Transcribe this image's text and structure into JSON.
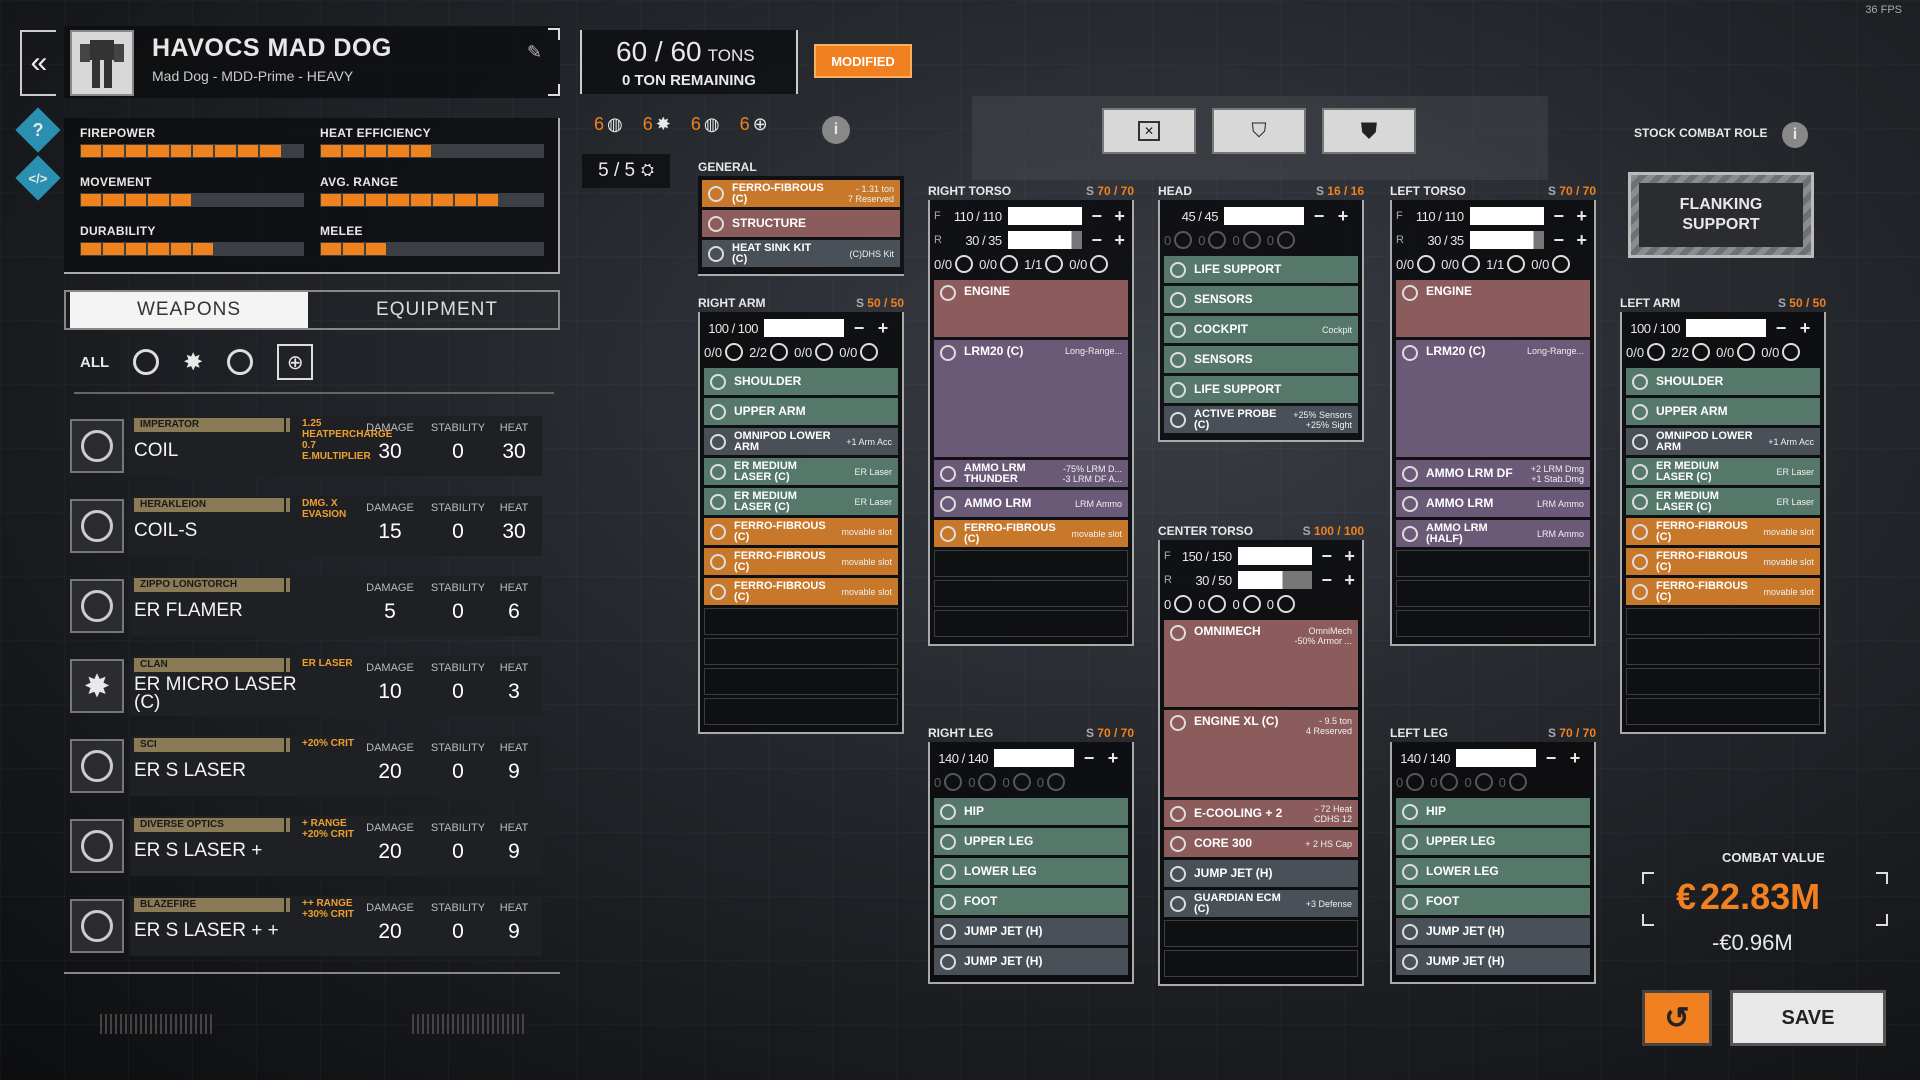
{
  "fps": "36 FPS",
  "mech": {
    "name": "HAVOCS MAD DOG",
    "subtitle": "Mad Dog - MDD-Prime - HEAVY"
  },
  "tonnage": {
    "value": "60 / 60",
    "unit": "TONS",
    "remaining": "0 TON REMAINING",
    "status": "MODIFIED"
  },
  "hardpoints": [
    {
      "count": "6",
      "type": "ballistic"
    },
    {
      "count": "6",
      "type": "energy"
    },
    {
      "count": "6",
      "type": "missile"
    },
    {
      "count": "6",
      "type": "support"
    }
  ],
  "jumpjets": "5 / 5",
  "stats": [
    {
      "label": "FIREPOWER",
      "level": 0.85
    },
    {
      "label": "HEAT EFFICIENCY",
      "level": 0.5
    },
    {
      "label": "MOVEMENT",
      "level": 0.5
    },
    {
      "label": "AVG. RANGE",
      "level": 0.8
    },
    {
      "label": "DURABILITY",
      "level": 0.55
    },
    {
      "label": "MELEE",
      "level": 0.3
    }
  ],
  "tabs": {
    "weapons": "WEAPONS",
    "equipment": "EQUIPMENT"
  },
  "filters": {
    "all": "ALL"
  },
  "weapon_headers": {
    "damage": "DAMAGE",
    "stability": "STABILITY",
    "heat": "HEAT"
  },
  "weapons": [
    {
      "maker": "IMPERATOR",
      "name": "COIL",
      "note": "1.25\nHEATPERCHARGE\n0.7\nE.MULTIPLIER",
      "damage": "30",
      "stability": "0",
      "heat": "30"
    },
    {
      "maker": "HERAKLEION",
      "name": "COIL-S",
      "note": "DMG. X\nEVASION",
      "damage": "15",
      "stability": "0",
      "heat": "30"
    },
    {
      "maker": "ZIPPO LONGTORCH",
      "name": "ER FLAMER",
      "note": "",
      "damage": "5",
      "stability": "0",
      "heat": "6"
    },
    {
      "maker": "CLAN",
      "name": "ER MICRO LASER\n(C)",
      "note": "ER LASER",
      "damage": "10",
      "stability": "0",
      "heat": "3"
    },
    {
      "maker": "SCI",
      "name": "ER S LASER",
      "note": "+20% CRIT",
      "damage": "20",
      "stability": "0",
      "heat": "9"
    },
    {
      "maker": "DIVERSE OPTICS",
      "name": "ER S LASER +",
      "note": "+ RANGE\n+20% CRIT",
      "damage": "20",
      "stability": "0",
      "heat": "9"
    },
    {
      "maker": "BLAZEFIRE",
      "name": "ER S LASER + +",
      "note": "++ RANGE\n+30% CRIT",
      "damage": "20",
      "stability": "0",
      "heat": "9"
    }
  ],
  "general": {
    "title": "GENERAL",
    "slots": [
      {
        "name": "FERRO-FIBROUS\n(C)",
        "note": "- 1.31 ton\n7 Reserved",
        "color": "orange"
      },
      {
        "name": "STRUCTURE",
        "note": "",
        "color": "red"
      },
      {
        "name": "HEAT SINK KIT\n(C)",
        "note": "(C)DHS Kit",
        "color": "gray"
      }
    ]
  },
  "stock_role": {
    "label": "STOCK COMBAT ROLE",
    "role": "FLANKING\nSUPPORT"
  },
  "combat_value": {
    "label": "COMBAT VALUE",
    "value": "22.83M",
    "delta": "-€0.96M"
  },
  "save_label": "SAVE",
  "sections": {
    "right_torso": {
      "title": "RIGHT TORSO",
      "armor": "70 / 70",
      "front": "110 / 110",
      "rear": "30 / 35",
      "hp": [
        "0/0",
        "0/0",
        "1/1",
        "0/0"
      ],
      "slots": [
        {
          "name": "ENGINE",
          "note": "",
          "color": "red",
          "h": 2
        },
        {
          "name": "LRM20 (C)",
          "note": "Long-Range...",
          "color": "purple",
          "h": 4
        },
        {
          "name": "AMMO LRM\nTHUNDER",
          "note": "-75% LRM D...\n-3 LRM DF A...",
          "color": "purple",
          "h": 1
        },
        {
          "name": "AMMO LRM",
          "note": "LRM Ammo",
          "color": "purple",
          "h": 1
        },
        {
          "name": "FERRO-FIBROUS\n(C)",
          "note": "movable slot",
          "color": "orange",
          "h": 1
        },
        {
          "name": "",
          "note": "",
          "color": "empty",
          "h": 1
        },
        {
          "name": "",
          "note": "",
          "color": "empty",
          "h": 1
        },
        {
          "name": "",
          "note": "",
          "color": "empty",
          "h": 1
        }
      ]
    },
    "head": {
      "title": "HEAD",
      "armor": "16 / 16",
      "front": "45 / 45",
      "hp": [
        "0",
        "0",
        "0",
        "0"
      ],
      "slots": [
        {
          "name": "LIFE SUPPORT",
          "note": "",
          "color": "green",
          "h": 1
        },
        {
          "name": "SENSORS",
          "note": "",
          "color": "green",
          "h": 1
        },
        {
          "name": "COCKPIT",
          "note": "Cockpit",
          "color": "green",
          "h": 1
        },
        {
          "name": "SENSORS",
          "note": "",
          "color": "green",
          "h": 1
        },
        {
          "name": "LIFE SUPPORT",
          "note": "",
          "color": "green",
          "h": 1
        },
        {
          "name": "ACTIVE PROBE\n(C)",
          "note": "+25% Sensors\n+25% Sight",
          "color": "gray",
          "h": 1
        }
      ]
    },
    "left_torso": {
      "title": "LEFT TORSO",
      "armor": "70 / 70",
      "front": "110 / 110",
      "rear": "30 / 35",
      "hp": [
        "0/0",
        "0/0",
        "1/1",
        "0/0"
      ],
      "slots": [
        {
          "name": "ENGINE",
          "note": "",
          "color": "red",
          "h": 2
        },
        {
          "name": "LRM20 (C)",
          "note": "Long-Range...",
          "color": "purple",
          "h": 4
        },
        {
          "name": "AMMO LRM DF",
          "note": "+2 LRM Dmg\n+1 Stab.Dmg",
          "color": "purple",
          "h": 1
        },
        {
          "name": "AMMO LRM",
          "note": "LRM Ammo",
          "color": "purple",
          "h": 1
        },
        {
          "name": "AMMO LRM\n(HALF)",
          "note": "LRM Ammo",
          "color": "purple",
          "h": 1
        },
        {
          "name": "",
          "note": "",
          "color": "empty",
          "h": 1
        },
        {
          "name": "",
          "note": "",
          "color": "empty",
          "h": 1
        },
        {
          "name": "",
          "note": "",
          "color": "empty",
          "h": 1
        }
      ]
    },
    "right_arm": {
      "title": "RIGHT ARM",
      "armor": "50 / 50",
      "front": "100 / 100",
      "hp": [
        "0/0",
        "2/2",
        "0/0",
        "0/0"
      ],
      "slots": [
        {
          "name": "SHOULDER",
          "note": "",
          "color": "green",
          "h": 1
        },
        {
          "name": "UPPER ARM",
          "note": "",
          "color": "green",
          "h": 1
        },
        {
          "name": "OMNIPOD LOWER\nARM",
          "note": "+1 Arm Acc",
          "color": "gray",
          "h": 1
        },
        {
          "name": "ER MEDIUM\nLASER (C)",
          "note": "ER Laser",
          "color": "green",
          "h": 1
        },
        {
          "name": "ER MEDIUM\nLASER (C)",
          "note": "ER Laser",
          "color": "green",
          "h": 1
        },
        {
          "name": "FERRO-FIBROUS\n(C)",
          "note": "movable slot",
          "color": "orange",
          "h": 1
        },
        {
          "name": "FERRO-FIBROUS\n(C)",
          "note": "movable slot",
          "color": "orange",
          "h": 1
        },
        {
          "name": "FERRO-FIBROUS\n(C)",
          "note": "movable slot",
          "color": "orange",
          "h": 1
        },
        {
          "name": "",
          "note": "",
          "color": "empty",
          "h": 1
        },
        {
          "name": "",
          "note": "",
          "color": "empty",
          "h": 1
        },
        {
          "name": "",
          "note": "",
          "color": "empty",
          "h": 1
        },
        {
          "name": "",
          "note": "",
          "color": "empty",
          "h": 1
        }
      ]
    },
    "left_arm": {
      "title": "LEFT ARM",
      "armor": "50 / 50",
      "front": "100 / 100",
      "hp": [
        "0/0",
        "2/2",
        "0/0",
        "0/0"
      ],
      "slots": [
        {
          "name": "SHOULDER",
          "note": "",
          "color": "green",
          "h": 1
        },
        {
          "name": "UPPER ARM",
          "note": "",
          "color": "green",
          "h": 1
        },
        {
          "name": "OMNIPOD LOWER\nARM",
          "note": "+1 Arm Acc",
          "color": "gray",
          "h": 1
        },
        {
          "name": "ER MEDIUM\nLASER (C)",
          "note": "ER Laser",
          "color": "green",
          "h": 1
        },
        {
          "name": "ER MEDIUM\nLASER (C)",
          "note": "ER Laser",
          "color": "green",
          "h": 1
        },
        {
          "name": "FERRO-FIBROUS\n(C)",
          "note": "movable slot",
          "color": "orange",
          "h": 1
        },
        {
          "name": "FERRO-FIBROUS\n(C)",
          "note": "movable slot",
          "color": "orange",
          "h": 1
        },
        {
          "name": "FERRO-FIBROUS\n(C)",
          "note": "movable slot",
          "color": "orange",
          "h": 1
        },
        {
          "name": "",
          "note": "",
          "color": "empty",
          "h": 1
        },
        {
          "name": "",
          "note": "",
          "color": "empty",
          "h": 1
        },
        {
          "name": "",
          "note": "",
          "color": "empty",
          "h": 1
        },
        {
          "name": "",
          "note": "",
          "color": "empty",
          "h": 1
        }
      ]
    },
    "center_torso": {
      "title": "CENTER TORSO",
      "armor": "100 / 100",
      "front": "150 / 150",
      "rear": "30 / 50",
      "hp": [
        "0",
        "0",
        "0",
        "0"
      ],
      "slots": [
        {
          "name": "OMNIMECH",
          "note": "OmniMech\n-50% Armor ...",
          "color": "red",
          "h": 3
        },
        {
          "name": "ENGINE XL (C)",
          "note": "- 9.5 ton\n4 Reserved",
          "color": "red",
          "h": 3
        },
        {
          "name": "E-COOLING + 2",
          "note": "- 72 Heat\nCDHS 12",
          "color": "red",
          "h": 1
        },
        {
          "name": "CORE 300",
          "note": "+ 2 HS Cap",
          "color": "red",
          "h": 1
        },
        {
          "name": "JUMP JET (H)",
          "note": "",
          "color": "gray",
          "h": 1
        },
        {
          "name": "GUARDIAN ECM\n(C)",
          "note": "+3 Defense",
          "color": "gray",
          "h": 1
        },
        {
          "name": "",
          "note": "",
          "color": "empty",
          "h": 1
        },
        {
          "name": "",
          "note": "",
          "color": "empty",
          "h": 1
        }
      ]
    },
    "right_leg": {
      "title": "RIGHT LEG",
      "armor": "70 / 70",
      "front": "140 / 140",
      "hp": [
        "0",
        "0",
        "0",
        "0"
      ],
      "slots": [
        {
          "name": "HIP",
          "note": "",
          "color": "green",
          "h": 1
        },
        {
          "name": "UPPER LEG",
          "note": "",
          "color": "green",
          "h": 1
        },
        {
          "name": "LOWER LEG",
          "note": "",
          "color": "green",
          "h": 1
        },
        {
          "name": "FOOT",
          "note": "",
          "color": "green",
          "h": 1
        },
        {
          "name": "JUMP JET (H)",
          "note": "",
          "color": "gray",
          "h": 1
        },
        {
          "name": "JUMP JET (H)",
          "note": "",
          "color": "gray",
          "h": 1
        }
      ]
    },
    "left_leg": {
      "title": "LEFT LEG",
      "armor": "70 / 70",
      "front": "140 / 140",
      "hp": [
        "0",
        "0",
        "0",
        "0"
      ],
      "slots": [
        {
          "name": "HIP",
          "note": "",
          "color": "green",
          "h": 1
        },
        {
          "name": "UPPER LEG",
          "note": "",
          "color": "green",
          "h": 1
        },
        {
          "name": "LOWER LEG",
          "note": "",
          "color": "green",
          "h": 1
        },
        {
          "name": "FOOT",
          "note": "",
          "color": "green",
          "h": 1
        },
        {
          "name": "JUMP JET (H)",
          "note": "",
          "color": "gray",
          "h": 1
        },
        {
          "name": "JUMP JET (H)",
          "note": "",
          "color": "gray",
          "h": 1
        }
      ]
    }
  },
  "accent": "#f08020"
}
